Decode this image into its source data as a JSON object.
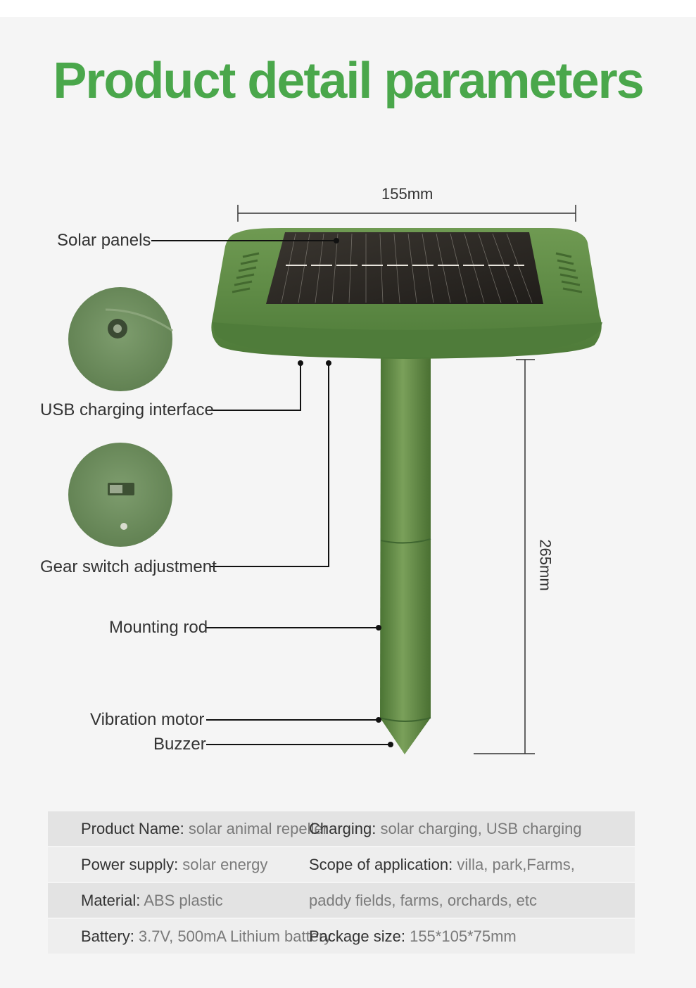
{
  "title": "Product detail parameters",
  "dimensions": {
    "width_label": "155mm",
    "height_label": "265mm"
  },
  "callouts": {
    "solar_panels": "Solar panels",
    "usb_charging": "USB charging interface",
    "gear_switch": "Gear switch adjustment",
    "mounting_rod": "Mounting rod",
    "vibration_motor": "Vibration motor",
    "buzzer": "Buzzer"
  },
  "specs": {
    "row1": {
      "left_key": "Product Name:",
      "left_val": " solar animal repeller",
      "right_key": "Charging:",
      "right_val": " solar charging, USB charging"
    },
    "row2": {
      "left_key": "Power supply:",
      "left_val": " solar energy",
      "right_key": "Scope of application:",
      "right_val": " villa, park,Farms,"
    },
    "row3": {
      "left_key": "Material:",
      "left_val": " ABS plastic",
      "right_key": "",
      "right_val": "paddy fields, farms, orchards, etc"
    },
    "row4": {
      "left_key": "Battery:",
      "left_val": " 3.7V, 500mA Lithium battery",
      "right_key": "Package size:",
      "right_val": " 155*105*75mm"
    }
  },
  "colors": {
    "title_green": "#4aa74b",
    "device_green": "#5c8a45",
    "panel_dark": "#2a2723"
  }
}
